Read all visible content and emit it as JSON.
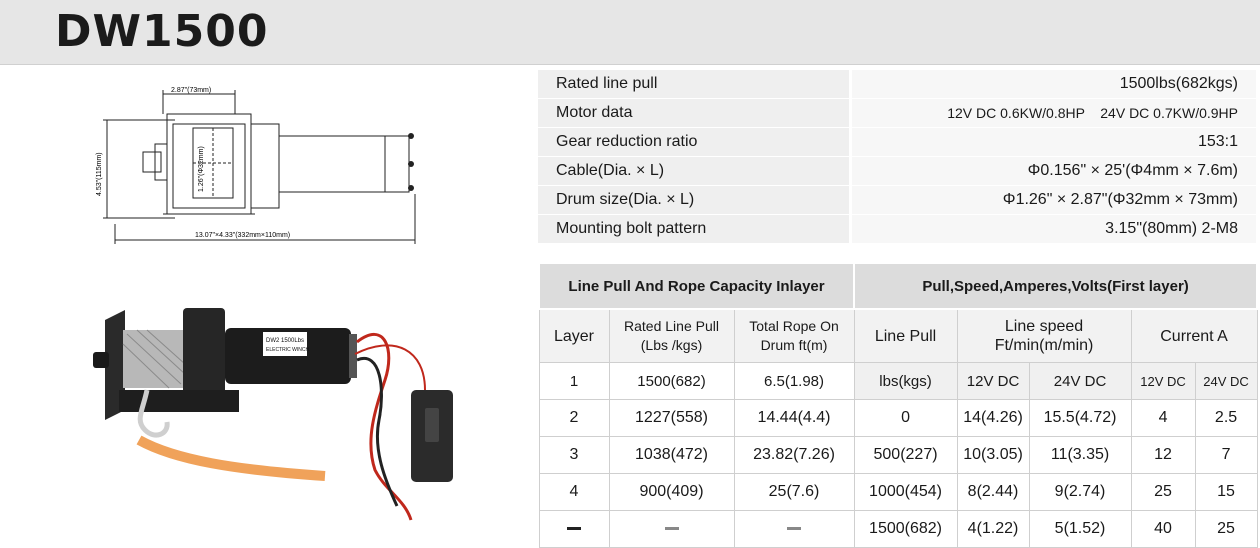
{
  "header": {
    "title": "DW1500"
  },
  "diagram": {
    "width_label": "2.87\"(73mm)",
    "height_label": "4.53\"(115mm)",
    "drum_label": "1.26\"(Φ32mm)",
    "length_label": "13.07\"×4.33\"(332mm×110mm)"
  },
  "photo": {
    "label_line1": "DW2 1500Lbs",
    "label_line2": "ELECTRIC WINCH"
  },
  "specs": [
    {
      "label": "Rated line pull",
      "value": "1500lbs(682kgs)"
    },
    {
      "label": "Motor data",
      "value": "12V DC 0.6KW/0.8HP    24V DC 0.7KW/0.9HP"
    },
    {
      "label": "Gear reduction ratio",
      "value": "153:1"
    },
    {
      "label": "Cable(Dia. × L)",
      "value": "Φ0.156\" × 25'(Φ4mm × 7.6m)"
    },
    {
      "label": "Drum size(Dia. × L)",
      "value": "Φ1.26\" × 2.87\"(Φ32mm × 73mm)"
    },
    {
      "label": "Mounting  bolt  pattern",
      "value": "3.15\"(80mm) 2-M8"
    }
  ],
  "performance": {
    "section_left": "Line Pull And Rope Capacity Inlayer",
    "section_right": "Pull,Speed,Amperes,Volts(First  layer)",
    "headers": {
      "layer": "Layer",
      "rated": "Rated Line Pull (Lbs /kgs)",
      "rope": "Total Rope On Drum ft(m)",
      "pull": "Line  Pull",
      "speed": "Line  speed Ft/min(m/min)",
      "current": "Current  A"
    },
    "subheaders": {
      "pull_unit": "lbs(kgs)",
      "speed_12": "12V DC",
      "speed_24": "24V DC",
      "current_12": "12V DC",
      "current_24": "24V DC"
    },
    "rows": [
      {
        "layer": "1",
        "rated": "1500(682)",
        "rope": "6.5(1.98)"
      },
      {
        "layer": "2",
        "rated": "1227(558)",
        "rope": "14.44(4.4)",
        "pull": "0",
        "s12": "14(4.26)",
        "s24": "15.5(4.72)",
        "c12": "4",
        "c24": "2.5"
      },
      {
        "layer": "3",
        "rated": "1038(472)",
        "rope": "23.82(7.26)",
        "pull": "500(227)",
        "s12": "10(3.05)",
        "s24": "11(3.35)",
        "c12": "12",
        "c24": "7"
      },
      {
        "layer": "4",
        "rated": "900(409)",
        "rope": "25(7.6)",
        "pull": "1000(454)",
        "s12": "8(2.44)",
        "s24": "9(2.74)",
        "c12": "25",
        "c24": "15"
      },
      {
        "pull": "1500(682)",
        "s12": "4(1.22)",
        "s24": "5(1.52)",
        "c12": "40",
        "c24": "25"
      }
    ]
  }
}
